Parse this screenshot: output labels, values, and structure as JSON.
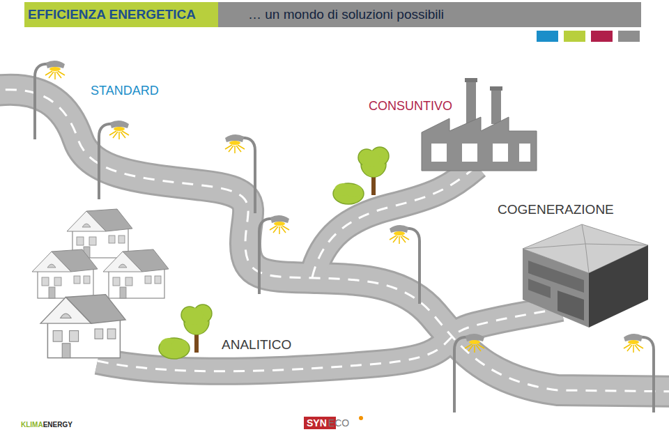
{
  "diagram": {
    "title": "EFFICIENZA ENERGETICA",
    "labels": [
      "… un mondo di soluzioni possibili",
      "STANDARD",
      "CONSUNTIVO",
      "COGENERAZIONE",
      "ANALITICO",
      "KLIMA",
      "ENERGY",
      "SYN",
      "ECO"
    ]
  }
}
